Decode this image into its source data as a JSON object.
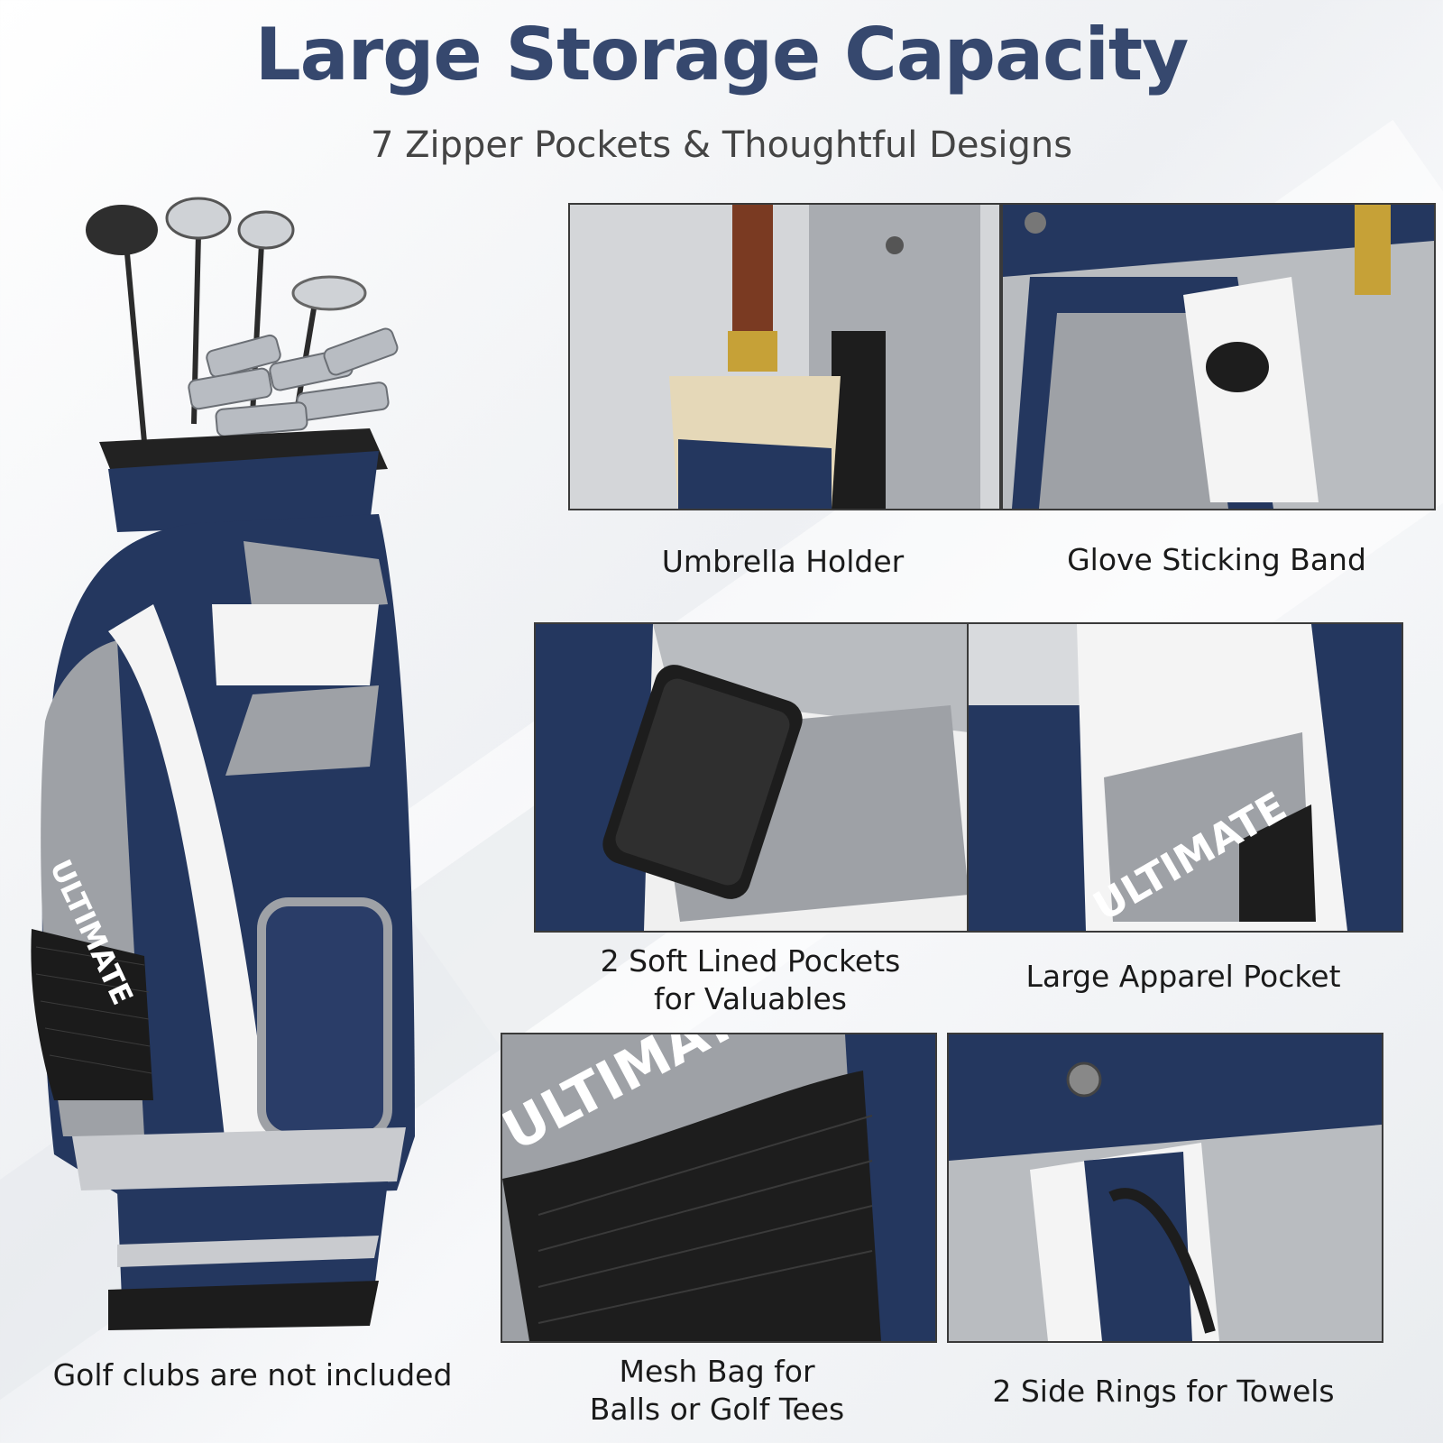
{
  "header": {
    "title": "Large Storage Capacity",
    "subtitle": "7 Zipper Pockets & Thoughtful Designs"
  },
  "main_image": {
    "caption": "Golf clubs are not included",
    "brand_text": "ULTIMATE"
  },
  "features": [
    {
      "caption": "Umbrella Holder"
    },
    {
      "caption": "Glove Sticking Band"
    },
    {
      "caption_line1": "2 Soft Lined Pockets",
      "caption_line2": "for Valuables"
    },
    {
      "caption": "Large Apparel Pocket"
    },
    {
      "caption_line1": "Mesh Bag for",
      "caption_line2": "Balls or Golf Tees"
    },
    {
      "caption": "2 Side Rings for Towels"
    }
  ],
  "colors": {
    "title": "#36486e",
    "navy": "#24375f",
    "grey": "#9ea1a6",
    "light_grey": "#c9cbcf",
    "white": "#f4f4f4"
  }
}
